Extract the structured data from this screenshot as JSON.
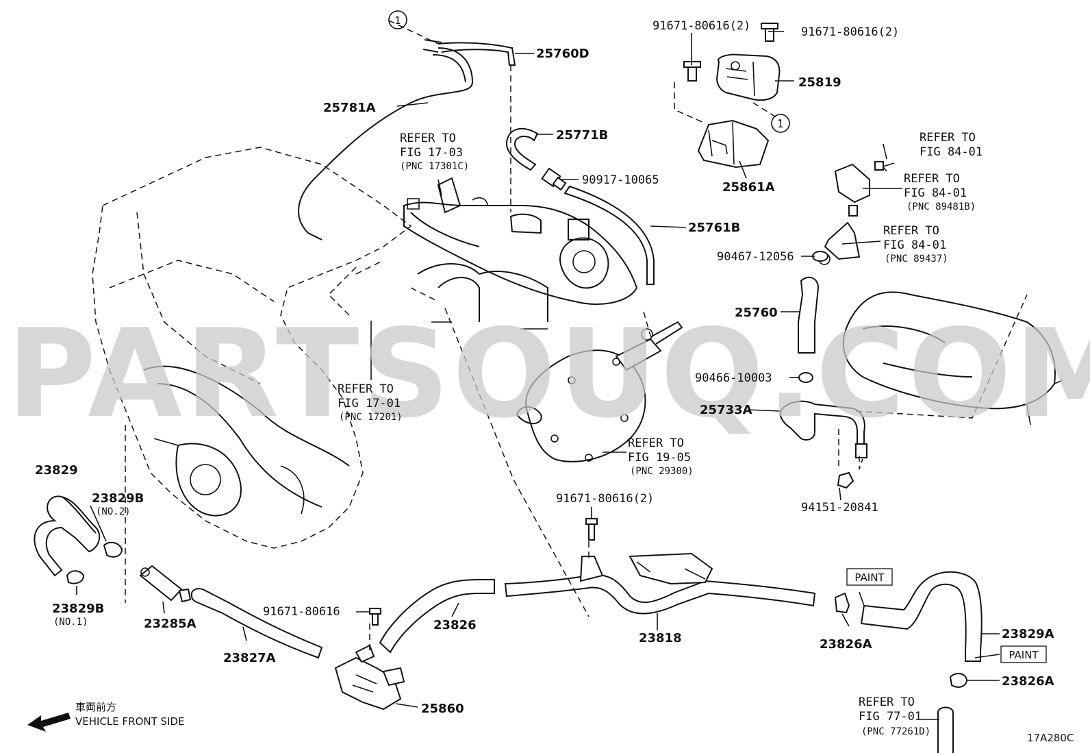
{
  "watermark": "PARTSOUQ.COM",
  "diagram_code": "17A280C",
  "orientation": {
    "japanese": "車両前方",
    "english": "VEHICLE FRONT SIDE",
    "icon": "arrow-left-icon"
  },
  "callout_marker": "1",
  "paint_labels": [
    "PAINT",
    "PAINT"
  ],
  "parts": [
    {
      "id": "p25760D",
      "number": "25760D"
    },
    {
      "id": "p25781A",
      "number": "25781A"
    },
    {
      "id": "p25771B",
      "number": "25771B"
    },
    {
      "id": "p90917",
      "number": "90917-10065"
    },
    {
      "id": "p25761B",
      "number": "25761B"
    },
    {
      "id": "p91671a",
      "number": "91671-80616(2)"
    },
    {
      "id": "p91671b",
      "number": "91671-80616(2)"
    },
    {
      "id": "p25819",
      "number": "25819"
    },
    {
      "id": "p25861A",
      "number": "25861A"
    },
    {
      "id": "p90467",
      "number": "90467-12056"
    },
    {
      "id": "p25760",
      "number": "25760"
    },
    {
      "id": "p90466",
      "number": "90466-10003"
    },
    {
      "id": "p25733A",
      "number": "25733A"
    },
    {
      "id": "p94151",
      "number": "94151-20841"
    },
    {
      "id": "p23829",
      "number": "23829"
    },
    {
      "id": "p23829B2",
      "number": "23829B",
      "note": "(NO.2)"
    },
    {
      "id": "p23829B1",
      "number": "23829B",
      "note": "(NO.1)"
    },
    {
      "id": "p23285A",
      "number": "23285A"
    },
    {
      "id": "p23827A",
      "number": "23827A"
    },
    {
      "id": "p91671c",
      "number": "91671-80616"
    },
    {
      "id": "p25860",
      "number": "25860"
    },
    {
      "id": "p23826",
      "number": "23826"
    },
    {
      "id": "p91671d",
      "number": "91671-80616(2)"
    },
    {
      "id": "p23818",
      "number": "23818"
    },
    {
      "id": "p23826A1",
      "number": "23826A"
    },
    {
      "id": "p23829A",
      "number": "23829A"
    },
    {
      "id": "p23826A2",
      "number": "23826A"
    }
  ],
  "references": [
    {
      "id": "r1703",
      "line1": "REFER TO",
      "line2": "FIG 17-03",
      "pnc": "(PNC 17301C)"
    },
    {
      "id": "r8401a",
      "line1": "REFER TO",
      "line2": "FIG 84-01",
      "pnc": ""
    },
    {
      "id": "r8401b",
      "line1": "REFER TO",
      "line2": "FIG 84-01",
      "pnc": "(PNC 89481B)"
    },
    {
      "id": "r8401c",
      "line1": "REFER TO",
      "line2": "FIG 84-01",
      "pnc": "(PNC 89437)"
    },
    {
      "id": "r1701",
      "line1": "REFER TO",
      "line2": "FIG 17-01",
      "pnc": "(PNC 17201)"
    },
    {
      "id": "r1905",
      "line1": "REFER TO",
      "line2": "FIG 19-05",
      "pnc": "(PNC 29300)"
    },
    {
      "id": "r7701",
      "line1": "REFER TO",
      "line2": "FIG 77-01",
      "pnc": "(PNC 77261D)"
    }
  ]
}
